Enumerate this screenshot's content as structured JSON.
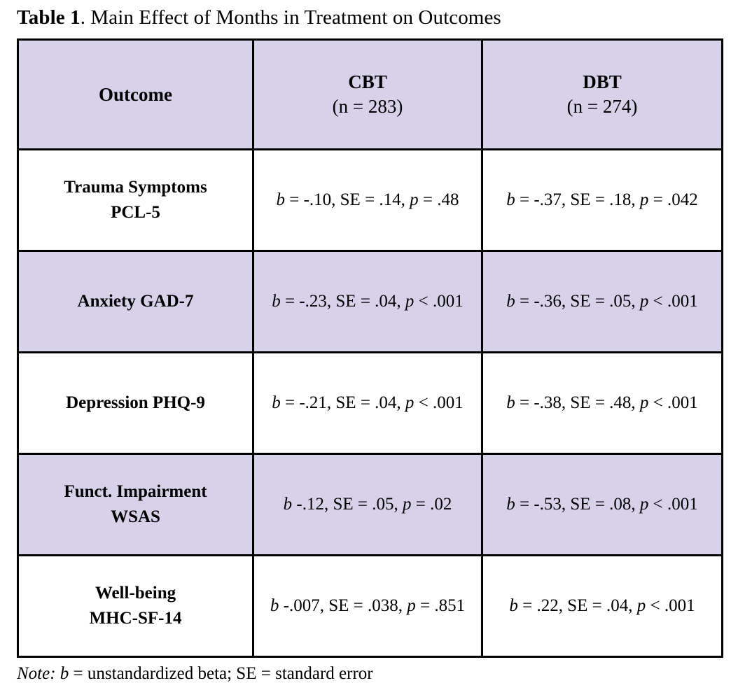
{
  "caption": {
    "label": "Table 1",
    "text": ". Main Effect of Months in Treatment on Outcomes"
  },
  "table": {
    "columns": [
      {
        "id": "outcome",
        "header_main": "Outcome",
        "header_sub": ""
      },
      {
        "id": "cbt",
        "header_main": "CBT",
        "header_sub": "(n = 283)"
      },
      {
        "id": "dbt",
        "header_main": "DBT",
        "header_sub": "(n = 274)"
      }
    ],
    "header_fill": "#D8D1EA",
    "shaded_fill": "#D8D1EA",
    "plain_fill": "#FFFFFF",
    "border_color": "#000000",
    "rows": [
      {
        "shaded": false,
        "outcome_line1": "Trauma Symptoms",
        "outcome_line2": "PCL-5",
        "cbt_b": "b",
        "cbt_stat": " = -.10, SE = .14,",
        "cbt_p": "p",
        "cbt_pval": " = .48",
        "dbt_b": "b",
        "dbt_stat": " = -.37, SE = .18,",
        "dbt_p": "p",
        "dbt_pval": " = .042"
      },
      {
        "shaded": true,
        "outcome_line1": "Anxiety GAD-7",
        "outcome_line2": "",
        "cbt_b": "b",
        "cbt_stat": " = -.23, SE = .04, ",
        "cbt_p": "p",
        "cbt_pval": " < .001",
        "dbt_b": "b",
        "dbt_stat": " = -.36, SE = .05,",
        "dbt_p": "p",
        "dbt_pval": " < .001"
      },
      {
        "shaded": false,
        "outcome_line1": "Depression PHQ-9",
        "outcome_line2": "",
        "cbt_b": "b",
        "cbt_stat": " = -.21, SE = .04,",
        "cbt_p": "p",
        "cbt_pval": " < .001",
        "dbt_b": "b",
        "dbt_stat": " = -.38, SE = .48,",
        "dbt_p": "p",
        "dbt_pval": " < .001"
      },
      {
        "shaded": true,
        "outcome_line1": "Funct. Impairment",
        "outcome_line2": "WSAS",
        "cbt_b": "b",
        "cbt_stat": " -.12, SE = .05,",
        "cbt_p": "p",
        "cbt_pval": " = .02",
        "dbt_b": "b",
        "dbt_stat": " = -.53, SE = .08,",
        "dbt_p": "p",
        "dbt_pval": " < .001"
      },
      {
        "shaded": false,
        "outcome_line1": "Well-being",
        "outcome_line2": "MHC-SF-14",
        "cbt_b": "b",
        "cbt_stat": " -.007, SE = .038,",
        "cbt_p": "p",
        "cbt_pval": " = .851",
        "dbt_b": "b",
        "dbt_stat": " = .22, SE = .04,",
        "dbt_p": "p",
        "dbt_pval": " < .001"
      }
    ]
  },
  "note": {
    "lead": "Note:",
    "symbol": "b",
    "text_after_symbol": " = unstandardized beta; SE = standard error"
  }
}
